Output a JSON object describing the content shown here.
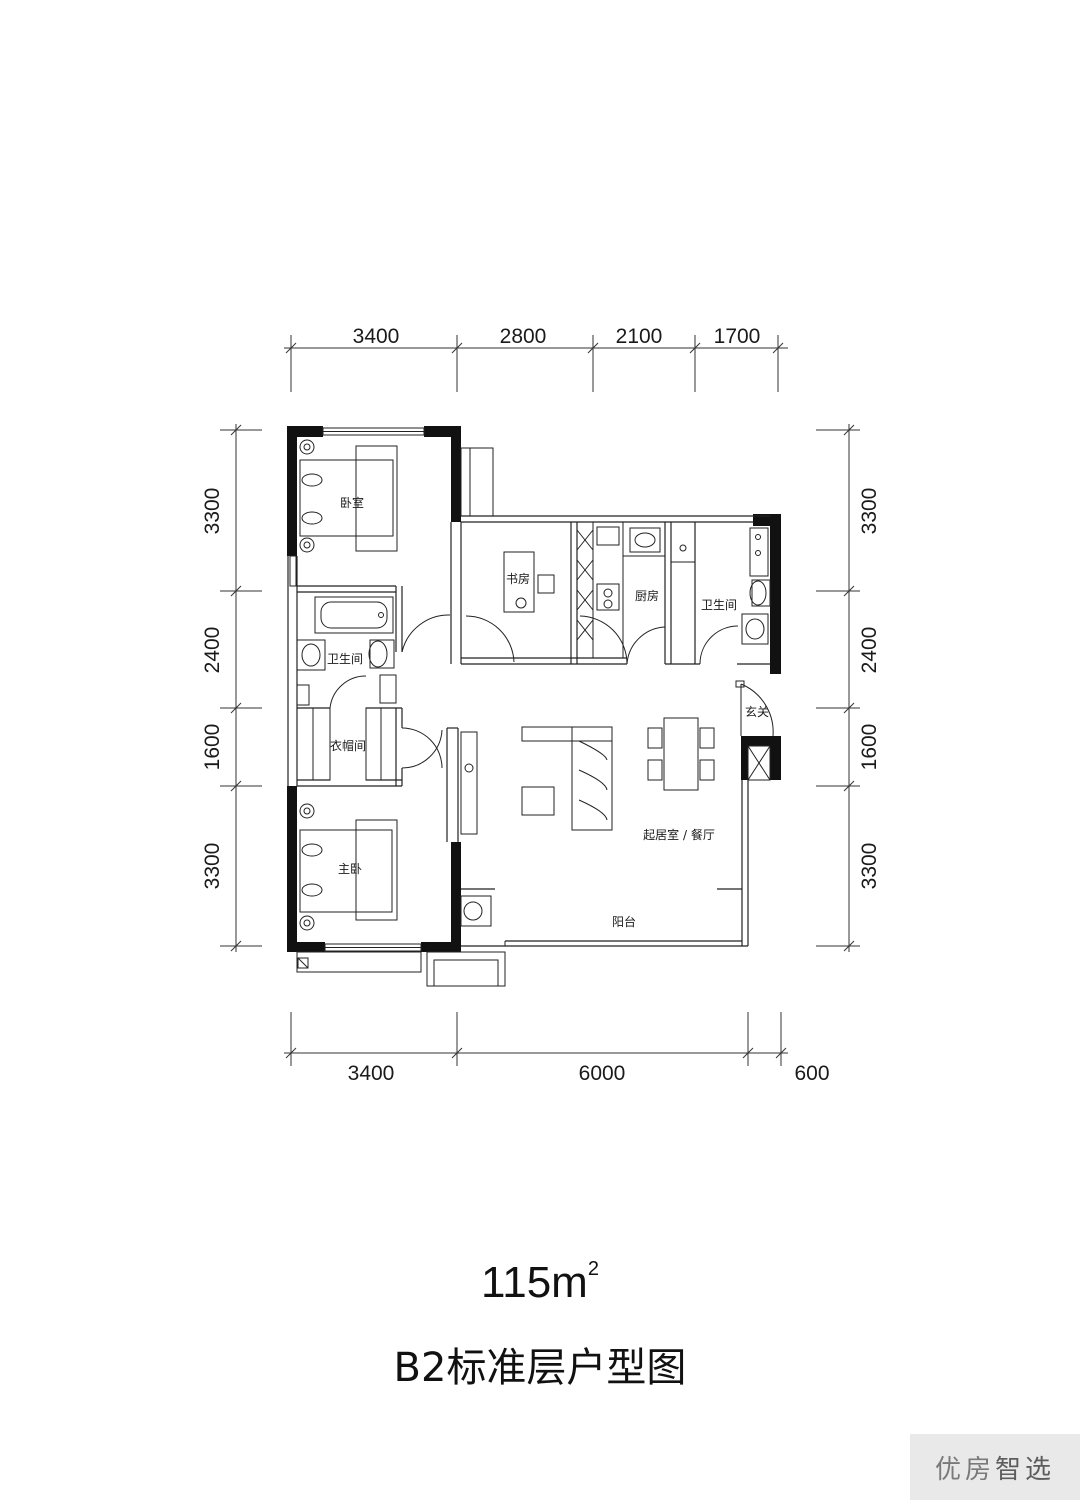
{
  "dimensions": {
    "top": [
      "3400",
      "2800",
      "2100",
      "1700"
    ],
    "bottom": [
      "3400",
      "6000",
      "600"
    ],
    "left": [
      "3300",
      "2400",
      "1600",
      "3300"
    ],
    "right": [
      "3300",
      "2400",
      "1600",
      "3300"
    ]
  },
  "rooms": {
    "bedroom": "卧室",
    "study": "书房",
    "kitchen": "厨房",
    "bathroom_right": "卫生间",
    "bathroom_left": "卫生间",
    "entrance": "玄关",
    "cloakroom": "衣帽间",
    "living_dining": "起居室 / 餐厅",
    "master_bedroom": "主卧",
    "balcony": "阳台"
  },
  "area": {
    "value": "115m",
    "sup": "2"
  },
  "title": "B2标准层户型图",
  "watermark": {
    "a": "优房",
    "b": "智选"
  }
}
